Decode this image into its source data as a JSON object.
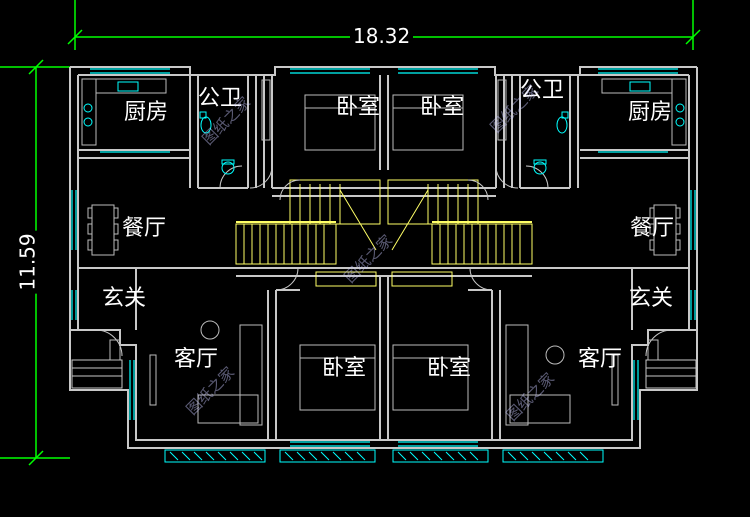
{
  "colors": {
    "background": "#000000",
    "dimension": "#00ff00",
    "wall": "#c0c0c0",
    "window": "#00ffff",
    "fixture": "#00ffff",
    "stair": "#ffff00",
    "text": "#ffffff"
  },
  "dimensions": {
    "width": "18.32",
    "height": "11.59"
  },
  "rooms": {
    "kitchen_left": "厨房",
    "kitchen_right": "厨房",
    "bath_left": "公卫",
    "bath_right": "公卫",
    "bedroom_top_left": "卧室",
    "bedroom_top_right": "卧室",
    "dining_left": "餐厅",
    "dining_right": "餐厅",
    "foyer_left": "玄关",
    "foyer_right": "玄关",
    "living_left": "客厅",
    "living_right": "客厅",
    "bedroom_bottom_left": "卧室",
    "bedroom_bottom_right": "卧室"
  },
  "watermark": "图纸之家"
}
